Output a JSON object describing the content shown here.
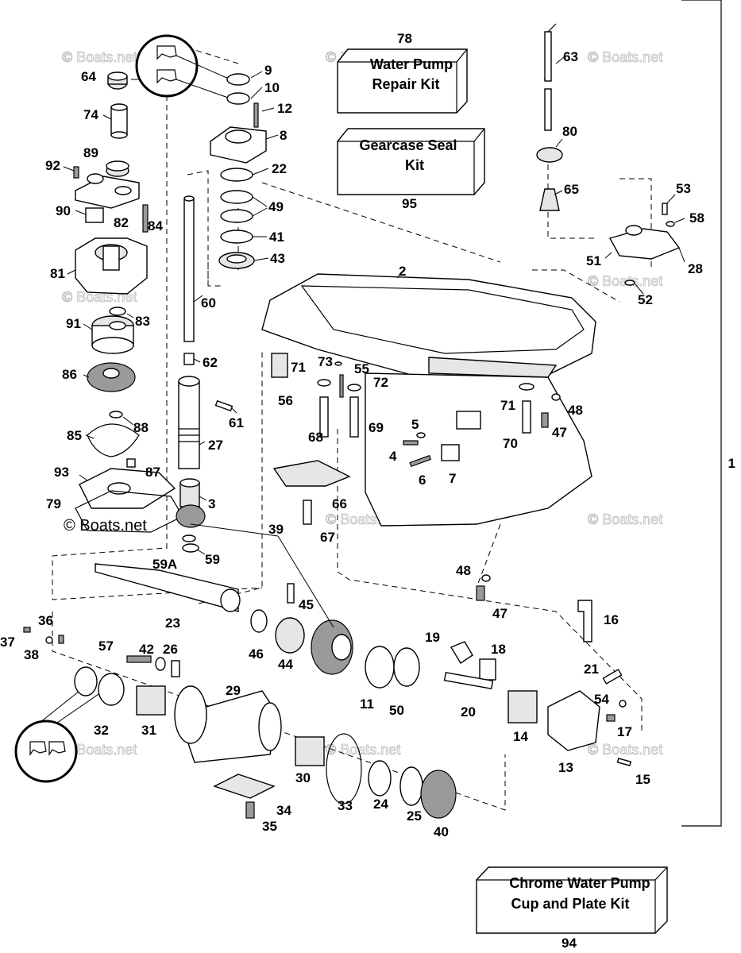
{
  "labels": {
    "p1": "1",
    "p2": "2",
    "p3": "3",
    "p4": "4",
    "p5": "5",
    "p6": "6",
    "p7": "7",
    "p8": "8",
    "p9": "9",
    "p10": "10",
    "p11": "11",
    "p12": "12",
    "p13": "13",
    "p14": "14",
    "p15": "15",
    "p16": "16",
    "p17": "17",
    "p18": "18",
    "p19": "19",
    "p20": "20",
    "p21": "21",
    "p22": "22",
    "p23": "23",
    "p24": "24",
    "p25": "25",
    "p26": "26",
    "p27": "27",
    "p28": "28",
    "p29": "29",
    "p30": "30",
    "p31": "31",
    "p32": "32",
    "p33": "33",
    "p34": "34",
    "p35": "35",
    "p36": "36",
    "p37": "37",
    "p38": "38",
    "p39": "39",
    "p40": "40",
    "p41": "41",
    "p42": "42",
    "p43": "43",
    "p44": "44",
    "p45": "45",
    "p46": "46",
    "p47a": "47",
    "p47b": "47",
    "p48a": "48",
    "p48b": "48",
    "p49": "49",
    "p50": "50",
    "p51": "51",
    "p52": "52",
    "p53": "53",
    "p54": "54",
    "p55": "55",
    "p56": "56",
    "p57": "57",
    "p58": "58",
    "p59": "59",
    "p59a": "59A",
    "p60": "60",
    "p61": "61",
    "p62": "62",
    "p63": "63",
    "p64": "64",
    "p65": "65",
    "p66": "66",
    "p67": "67",
    "p68": "68",
    "p69": "69",
    "p70": "70",
    "p71a": "71",
    "p71b": "71",
    "p72": "72",
    "p73": "73",
    "p74": "74",
    "p78": "78",
    "p79": "79",
    "p80": "80",
    "p81": "81",
    "p82": "82",
    "p83": "83",
    "p84": "84",
    "p85": "85",
    "p86": "86",
    "p87": "87",
    "p88": "88",
    "p89": "89",
    "p90": "90",
    "p91": "91",
    "p92": "92",
    "p93": "93",
    "p94": "94",
    "p95": "95"
  },
  "kits": {
    "water_pump_line1": "Water Pump",
    "water_pump_line2": "Repair Kit",
    "gearcase_line1": "Gearcase Seal",
    "gearcase_line2": "Kit",
    "chrome_line1": "Chrome Water Pump",
    "chrome_line2": "Cup and Plate Kit"
  },
  "watermark": {
    "text": "© Boats.net",
    "prominent": "© Boats.net"
  },
  "icons": {
    "seal_orientation": "seal-orientation-icon"
  },
  "colors": {
    "line": "#000000",
    "watermark": "#bbbbbb",
    "shade": "#9a9a9a",
    "background": "#ffffff"
  }
}
